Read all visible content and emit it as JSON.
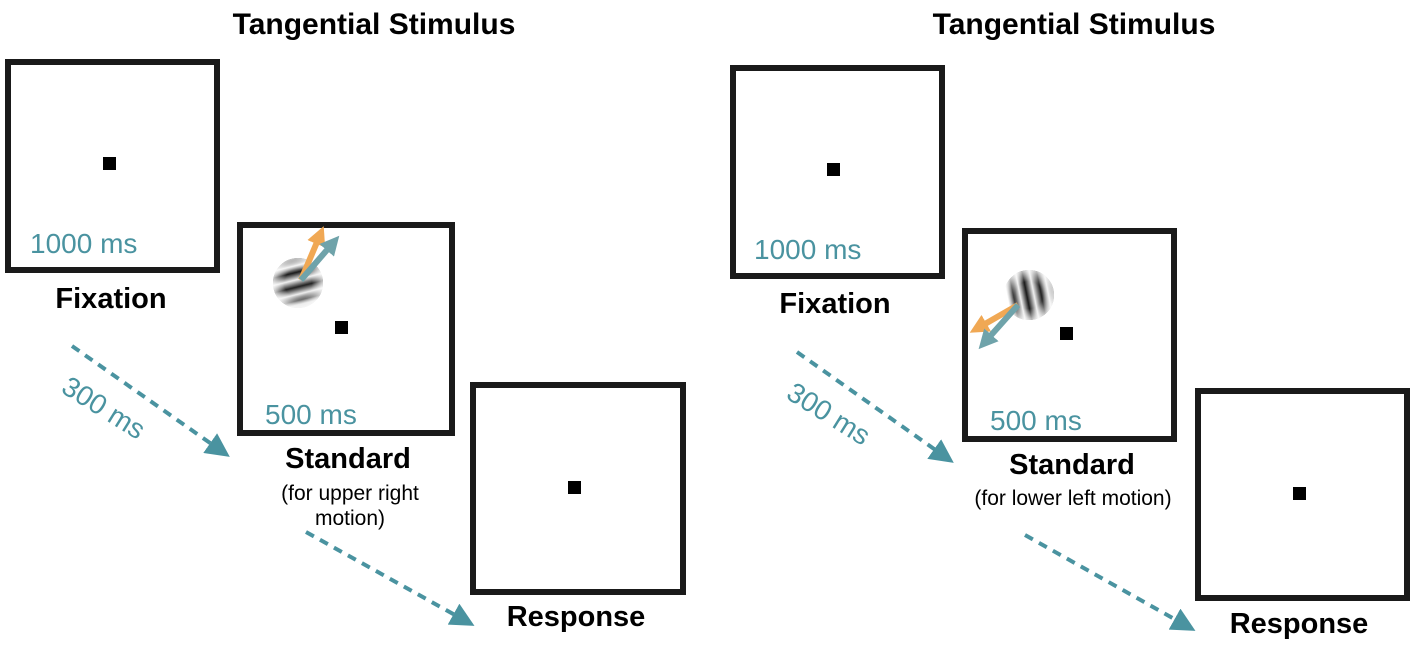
{
  "colors": {
    "accent_teal": "#4a93a0",
    "arrow_orange": "#f0a854",
    "frame": "#1a1a1a"
  },
  "panels": [
    {
      "title": "Tangential Stimulus",
      "fixation": {
        "label": "Fixation",
        "duration": "1000 ms"
      },
      "isi": "300 ms",
      "standard": {
        "label": "Standard",
        "caption": "(for upper right motion)",
        "duration": "500 ms"
      },
      "response": {
        "label": "Response"
      }
    },
    {
      "title": "Tangential Stimulus",
      "fixation": {
        "label": "Fixation",
        "duration": "1000 ms"
      },
      "isi": "300 ms",
      "standard": {
        "label": "Standard",
        "caption": "(for lower left motion)",
        "duration": "500 ms"
      },
      "response": {
        "label": "Response"
      }
    }
  ]
}
